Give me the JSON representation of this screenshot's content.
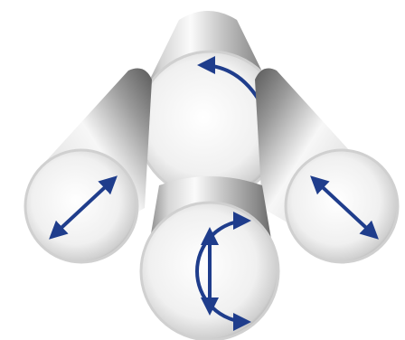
{
  "illustration": {
    "subject": "four-steel-rods-with-arrows",
    "colors": {
      "background": "#ffffff",
      "arrow": "#1f3d8c",
      "metal_light": "#f4f4f4",
      "metal_mid": "#bdbdbd",
      "metal_dark": "#6e6e6e",
      "end_face_rim": "#d8d8d8"
    },
    "rods": [
      {
        "position": "top",
        "arrow_icon": "rotation-arrow-icon"
      },
      {
        "position": "left",
        "arrow_icon": "diagonal-double-arrow-icon"
      },
      {
        "position": "right",
        "arrow_icon": "diagonal-double-arrow-icon"
      },
      {
        "position": "bottom",
        "arrow_icon": "vertical-double-arrow-with-rotation-icon"
      }
    ]
  }
}
